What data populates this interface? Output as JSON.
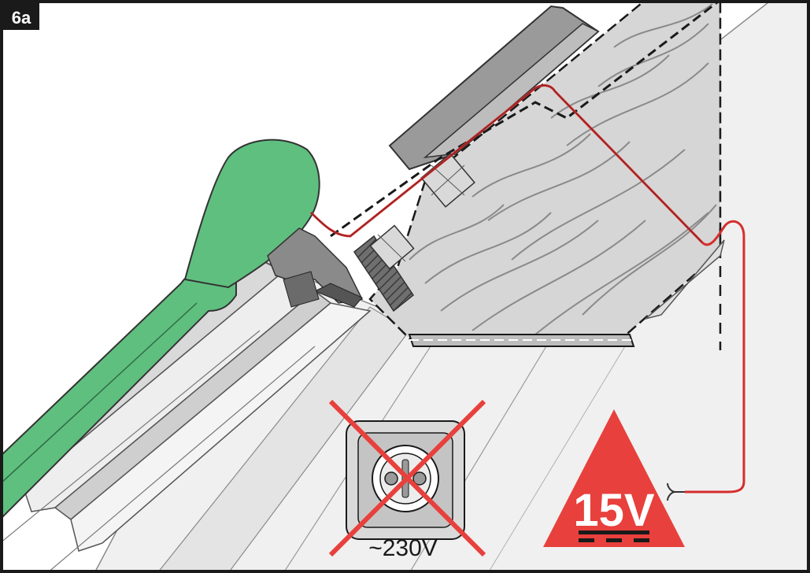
{
  "figure": {
    "label": "6a"
  },
  "warning_low_voltage": {
    "text": "15V",
    "icon": "warning-triangle-dc-icon",
    "color": "#e8403c"
  },
  "socket": {
    "voltage_label": "~230V",
    "icon": "prohibited-socket-icon",
    "cross_color": "#e8403c"
  },
  "colors": {
    "cable": "#d62d2d",
    "handle": "#5fbf7f",
    "insulation": "#d6d6d6",
    "frame": "#1a1a1a"
  }
}
